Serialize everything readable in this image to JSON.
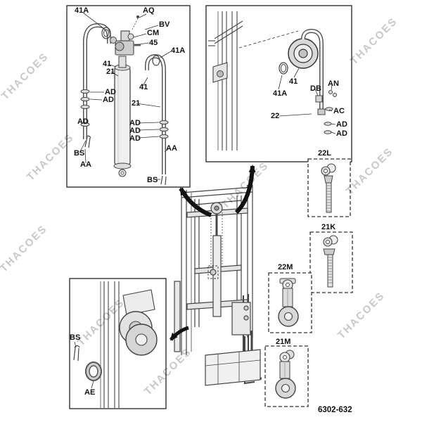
{
  "watermark": {
    "text": "THACOES"
  },
  "drawing_number": "6302-632",
  "detail_top_left": {
    "labels": [
      "41A",
      "AQ",
      "BV",
      "CM",
      "45",
      "41A",
      "41",
      "21",
      "41",
      "AD",
      "AD",
      "21",
      "AD",
      "AD",
      "AD",
      "AD",
      "BS",
      "AA",
      "AA",
      "BS"
    ]
  },
  "detail_top_right": {
    "labels": [
      "41",
      "41A",
      "DB",
      "AN",
      "22",
      "AC",
      "AD",
      "AD"
    ]
  },
  "parts_column": {
    "labels": [
      "22L",
      "21K",
      "22M",
      "21M"
    ]
  },
  "detail_bottom_left": {
    "labels": [
      "BS",
      "AE"
    ]
  }
}
